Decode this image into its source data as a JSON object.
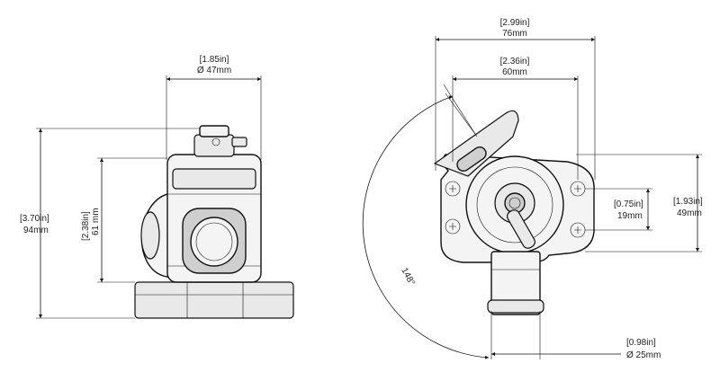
{
  "dimensions": {
    "d47": {
      "imperial": "[1.85in]",
      "metric": "Ø 47mm"
    },
    "h94": {
      "imperial": "[3.70in]",
      "metric": "94mm"
    },
    "h61": {
      "imperial": "[2.38in]",
      "metric": "61 mm"
    },
    "w76": {
      "imperial": "[2.99in]",
      "metric": "76mm"
    },
    "w60": {
      "imperial": "[2.36in]",
      "metric": "60mm"
    },
    "h49": {
      "imperial": "[1.93in]",
      "metric": "49mm"
    },
    "h19": {
      "imperial": "[0.75in]",
      "metric": "19mm"
    },
    "d25": {
      "imperial": "[0.98in]",
      "metric": "Ø 25mm"
    },
    "angle": "148°"
  }
}
